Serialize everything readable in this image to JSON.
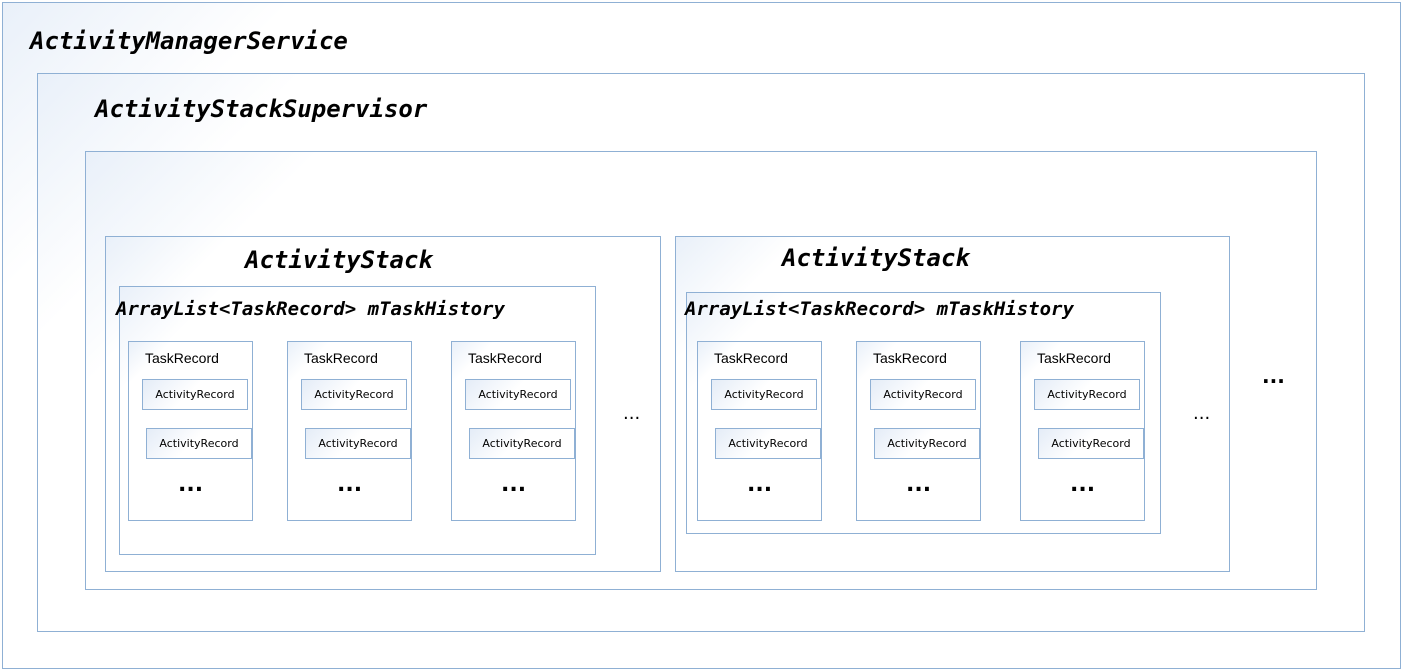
{
  "ams": {
    "label": "ActivityManagerService"
  },
  "supervisor": {
    "label": "ActivityStackSupervisor"
  },
  "stacks": [
    {
      "label": "ActivityStack",
      "history_label": "ArrayList<TaskRecord> mTaskHistory",
      "tasks": [
        {
          "label": "TaskRecord",
          "records": [
            "ActivityRecord",
            "ActivityRecord"
          ],
          "ellipsis": "..."
        },
        {
          "label": "TaskRecord",
          "records": [
            "ActivityRecord",
            "ActivityRecord"
          ],
          "ellipsis": "..."
        },
        {
          "label": "TaskRecord",
          "records": [
            "ActivityRecord",
            "ActivityRecord"
          ],
          "ellipsis": "..."
        }
      ],
      "more_tasks": "..."
    },
    {
      "label": "ActivityStack",
      "history_label": "ArrayList<TaskRecord> mTaskHistory",
      "tasks": [
        {
          "label": "TaskRecord",
          "records": [
            "ActivityRecord",
            "ActivityRecord"
          ],
          "ellipsis": "..."
        },
        {
          "label": "TaskRecord",
          "records": [
            "ActivityRecord",
            "ActivityRecord"
          ],
          "ellipsis": "..."
        },
        {
          "label": "TaskRecord",
          "records": [
            "ActivityRecord",
            "ActivityRecord"
          ],
          "ellipsis": "..."
        }
      ],
      "more_tasks": "..."
    }
  ],
  "more_stacks": "..."
}
